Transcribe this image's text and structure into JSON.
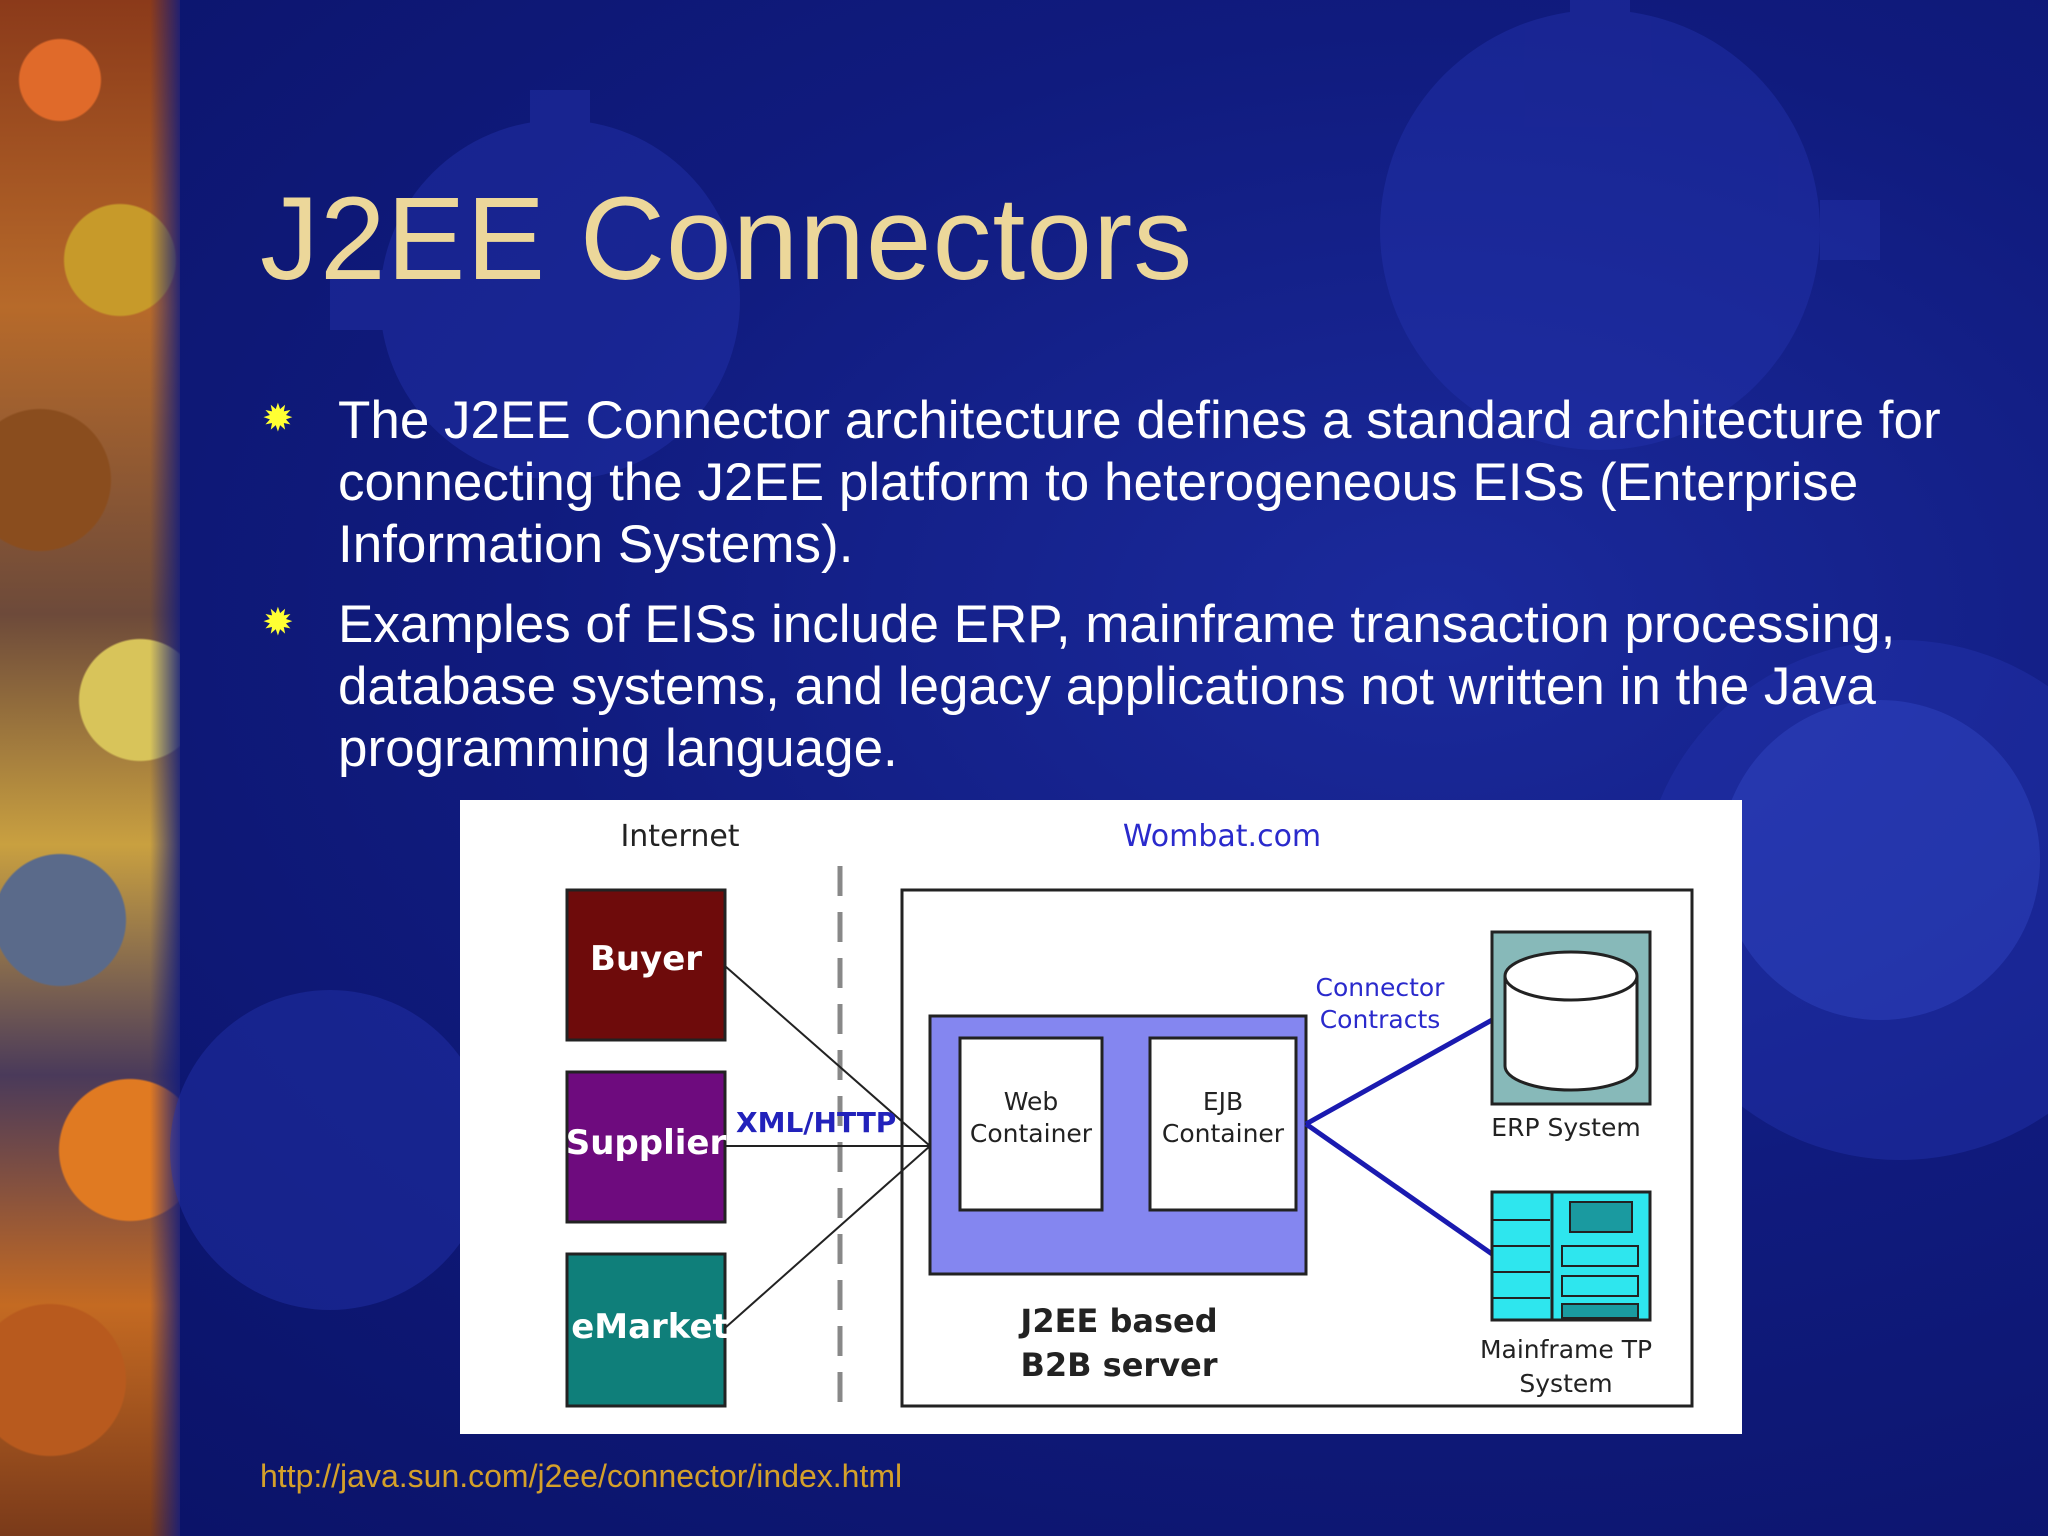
{
  "slide": {
    "title": "J2EE Connectors",
    "bullets": [
      "The J2EE Connector architecture defines a standard architecture for connecting the J2EE platform to heterogeneous EISs (Enterprise Information Systems).",
      "Examples of EISs include ERP, mainframe transaction processing, database systems, and legacy applications not written in the Java programming language."
    ],
    "footer_link": "http://java.sun.com/j2ee/connector/index.html"
  },
  "diagram": {
    "internet_label": "Internet",
    "wombat_label": "Wombat.com",
    "clients": [
      {
        "label": "Buyer",
        "color": "#6e0b0b"
      },
      {
        "label": "Supplier",
        "color": "#6e0b7e"
      },
      {
        "label": "eMarket",
        "color": "#0f7f7a"
      }
    ],
    "protocol_label": "XML/HTTP",
    "web_container": [
      "Web",
      "Container"
    ],
    "ejb_container": [
      "EJB",
      "Container"
    ],
    "server_label": [
      "J2EE based",
      "B2B server"
    ],
    "connector_contracts": [
      "Connector",
      "Contracts"
    ],
    "erp_label": "ERP System",
    "mainframe_label": [
      "Mainframe TP",
      "System"
    ]
  },
  "colors": {
    "background": "#101b7e",
    "title": "#ecd79a",
    "bullet_text": "#ffffff",
    "bullet_mark": "#ffff33",
    "link": "#d4a02a",
    "server_box": "#8486f0",
    "connector_line": "#1a1ab0",
    "erp_box": "#87b9b9",
    "mainframe": "#2ee6ee"
  }
}
